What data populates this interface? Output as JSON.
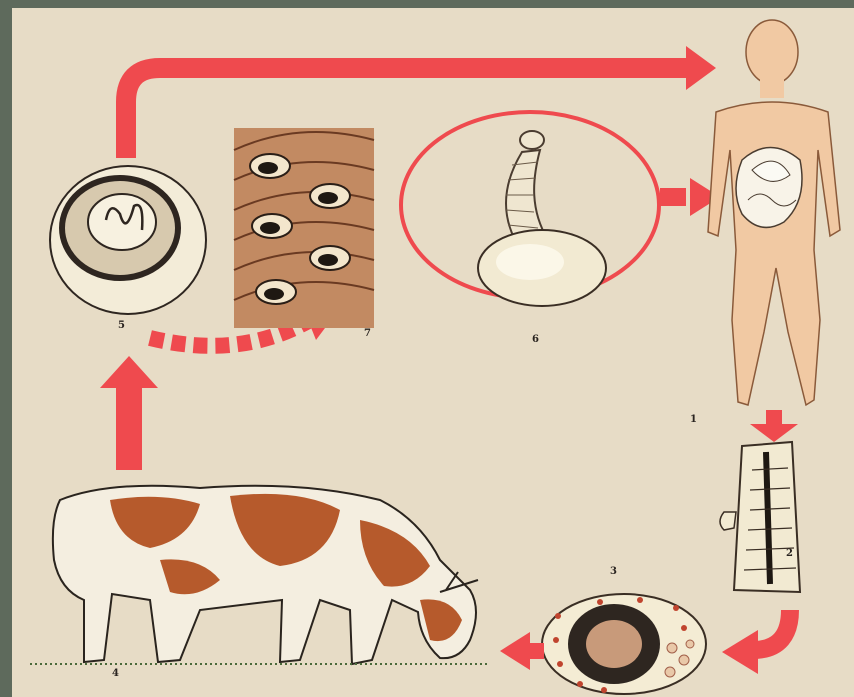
{
  "labels": {
    "human": "1",
    "segment": "2",
    "egg": "3",
    "cow": "4",
    "oncosphere": "5",
    "scolex": "6",
    "cysticerci": "7"
  },
  "colors": {
    "arrow": "#ef4a4e",
    "background": "#e7dcc6",
    "frame": "#5e6a5c",
    "skin": "#f1c9a3",
    "cow_spots": "#b65a2c"
  },
  "icons": [
    "human-figure",
    "proglottid-segment",
    "egg-embryophore",
    "cow-grazing",
    "oncosphere-cyst",
    "scolex-cysticercus",
    "muscle-tissue-cysts"
  ]
}
